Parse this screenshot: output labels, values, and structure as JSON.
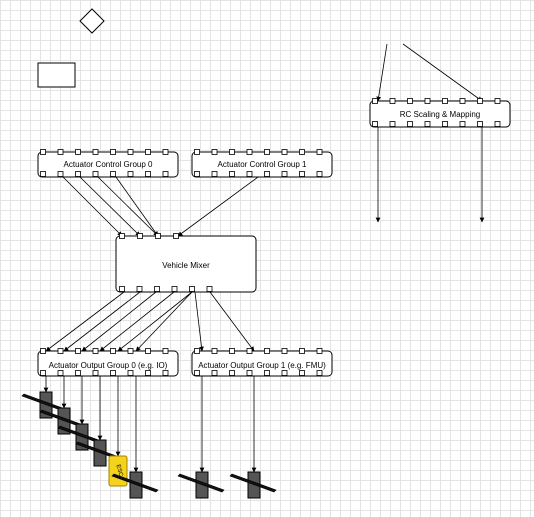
{
  "blocks": {
    "rc_scaling": "RC Scaling & Mapping",
    "acg0": "Actuator Control Group 0",
    "acg1": "Actuator Control Group 1",
    "mixer": "Vehicle Mixer",
    "aog0": "Actuator Output Group 0 (e.g. IO)",
    "aog1": "Actuator Output Group 1 (e.g. FMU)"
  },
  "esc_label": "ESC",
  "colors": {
    "line": "#000000",
    "grid": "#e4e4e4",
    "esc_fill": "#f5d21c",
    "motor_fill": "#555555"
  }
}
